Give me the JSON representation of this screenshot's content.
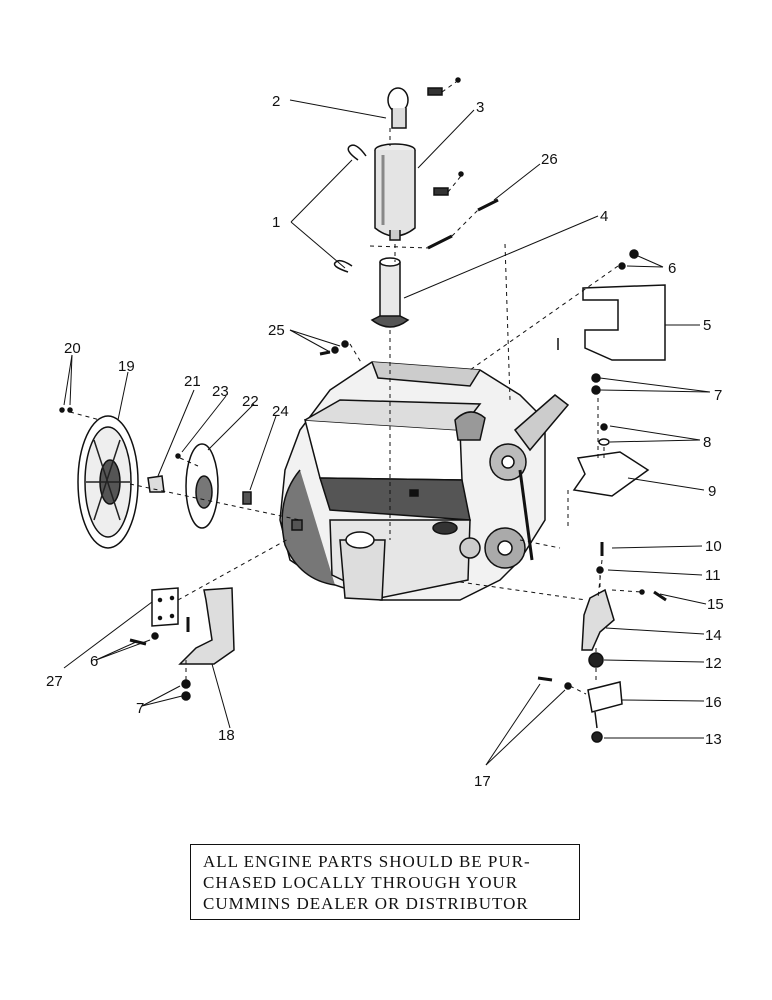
{
  "callouts": [
    "1",
    "2",
    "3",
    "4",
    "5",
    "6",
    "7",
    "8",
    "9",
    "10",
    "11",
    "12",
    "13",
    "14",
    "15",
    "16",
    "17",
    "18",
    "19",
    "20",
    "21",
    "22",
    "23",
    "24",
    "25",
    "26",
    "27"
  ],
  "note": {
    "line1": "ALL ENGINE PARTS SHOULD BE PUR-",
    "line2": "CHASED LOCALLY THROUGH YOUR",
    "line3": "CUMMINS DEALER OR DISTRIBUTOR"
  },
  "colors": {
    "ink": "#111111",
    "paper": "#ffffff",
    "shade": "#555555"
  }
}
